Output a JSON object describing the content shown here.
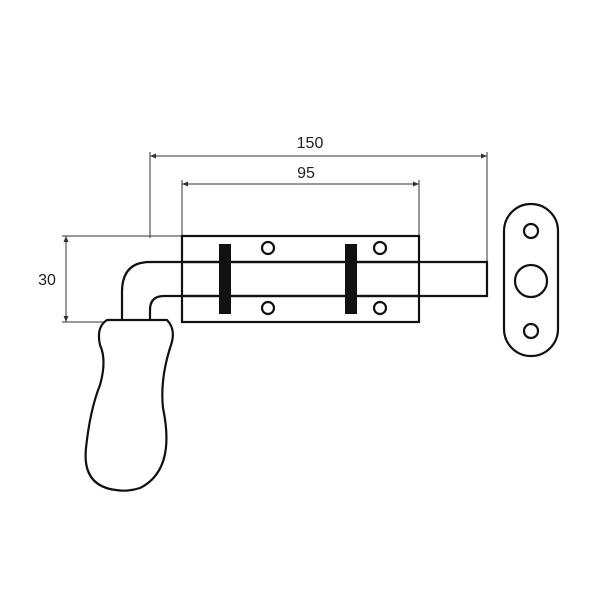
{
  "dimensions": {
    "overall_length": "150",
    "bolt_plate_length": "95",
    "height": "30"
  },
  "colors": {
    "line": "#111111",
    "dimension_line": "#333333",
    "slot_fill": "#111111",
    "background": "#ffffff"
  }
}
